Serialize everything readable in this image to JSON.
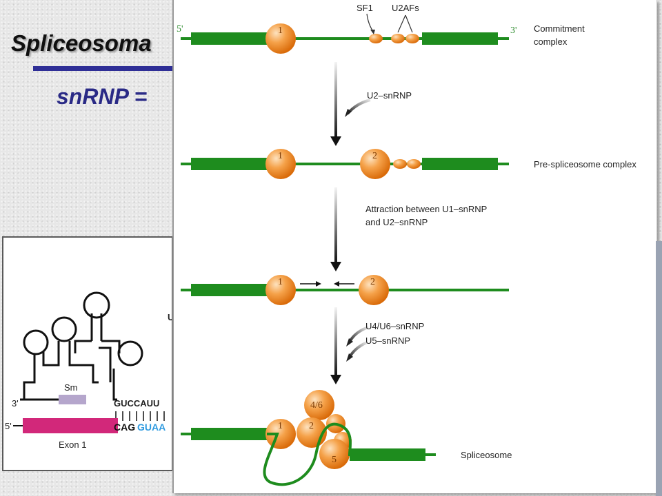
{
  "slide": {
    "title": "Spliceosoma",
    "subtitle": "snRNP ="
  },
  "inset": {
    "end_3": "3'",
    "end_5": "5'",
    "sm": "Sm",
    "snrna_seq": "GUCCAUU",
    "exon_seq_black": "CAG",
    "exon_seq_blue": "GUAA",
    "exon_label": "Exon 1",
    "cut_letter": "U"
  },
  "diagram": {
    "end_5": "5'",
    "end_3": "3'",
    "sf1": "SF1",
    "u2afs": "U2AFs",
    "commitment_line1": "Commitment",
    "commitment_line2": "complex",
    "step1": "U2–snRNP",
    "pre_spliceosome": "Pre-spliceosome complex",
    "step2_line1": "Attraction between U1–snRNP",
    "step2_line2": "and U2–snRNP",
    "step3a": "U4/U6–snRNP",
    "step3b": "U5–snRNP",
    "spliceosome": "Spliceosome",
    "snrnp_1": "1",
    "snrnp_2": "2",
    "snrnp_46": "4/6",
    "snrnp_5": "5"
  },
  "colors": {
    "rna_green": "#1e8c1e",
    "snrnp_orange": "#f28a1c",
    "exon_pink": "#d2287a",
    "title_rule_blue": "#2e2e96"
  }
}
